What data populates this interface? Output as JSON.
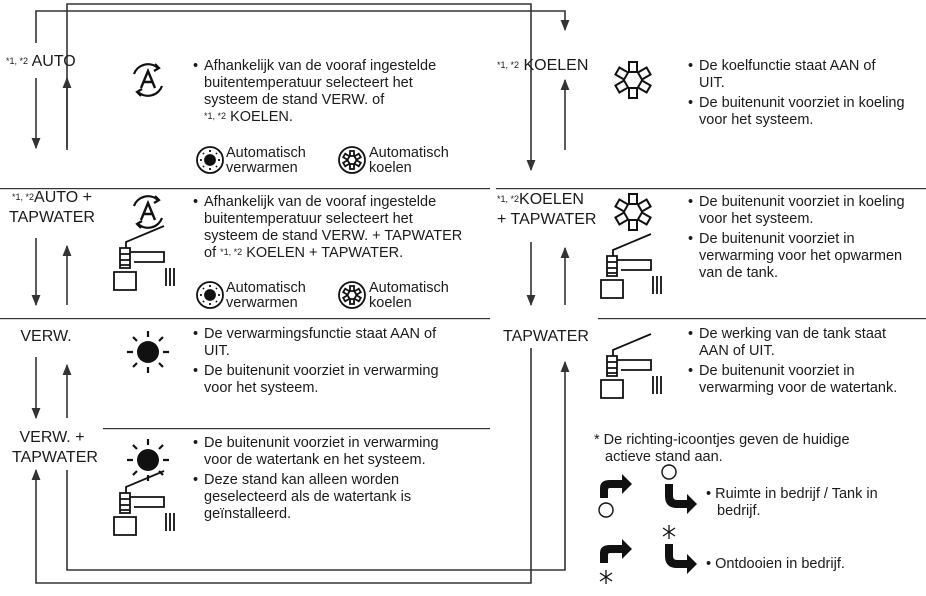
{
  "sup_marker": "*1, *2",
  "left_modes": {
    "auto": "AUTO",
    "auto_tapwater_line1": "AUTO +",
    "auto_tapwater_line2": "TAPWATER",
    "verw": "VERW.",
    "verw_tapwater_line1": "VERW. +",
    "verw_tapwater_line2": "TAPWATER"
  },
  "right_modes": {
    "koelen": "KOELEN",
    "koelen_tapwater_line1": "KOELEN",
    "koelen_tapwater_line2": "+ TAPWATER",
    "tapwater": "TAPWATER"
  },
  "desc": {
    "auto": [
      "Afhankelijk van de vooraf ingestelde",
      "buitentemperatuur selecteert het",
      "systeem de stand VERW. of",
      "KOELEN."
    ],
    "auto_tap": [
      "Afhankelijk van de vooraf ingestelde",
      "buitentemperatuur selecteert het",
      "systeem de stand VERW. + TAPWATER",
      "of",
      "KOELEN + TAPWATER."
    ],
    "auto_heat_line1": "Automatisch",
    "auto_heat_line2": "verwarmen",
    "auto_cool_line1": "Automatisch",
    "auto_cool_line2": "koelen",
    "verw_b1": [
      "De verwarmingsfunctie staat AAN of",
      "UIT."
    ],
    "verw_b2": [
      "De buitenunit voorziet in verwarming",
      "voor het systeem."
    ],
    "verw_tap_b1": [
      "De buitenunit voorziet in verwarming",
      "voor de watertank en het systeem."
    ],
    "verw_tap_b2": [
      "Deze stand kan alleen worden",
      "geselecteerd als de watertank is",
      "geïnstalleerd."
    ],
    "koelen_b1": [
      "De koelfunctie staat AAN of",
      "UIT."
    ],
    "koelen_b2": [
      "De buitenunit voorziet in koeling",
      "voor het systeem."
    ],
    "koelen_tap_b1": [
      "De buitenunit voorziet in koeling",
      "voor het systeem."
    ],
    "koelen_tap_b2": [
      "De buitenunit voorziet in",
      "verwarming voor het opwarmen",
      "van de tank."
    ],
    "tap_b1": [
      "De werking van de tank staat",
      "AAN of UIT."
    ],
    "tap_b2": [
      "De buitenunit voorziet in",
      "verwarming voor de watertank."
    ]
  },
  "note": {
    "line1": "* De richting-icoontjes geven de huidige",
    "line2": "actieve stand aan.",
    "legend1_line1": "• Ruimte in bedrijf / Tank in",
    "legend1_line2": "bedrijf.",
    "legend2": "• Ontdooien in bedrijf."
  }
}
